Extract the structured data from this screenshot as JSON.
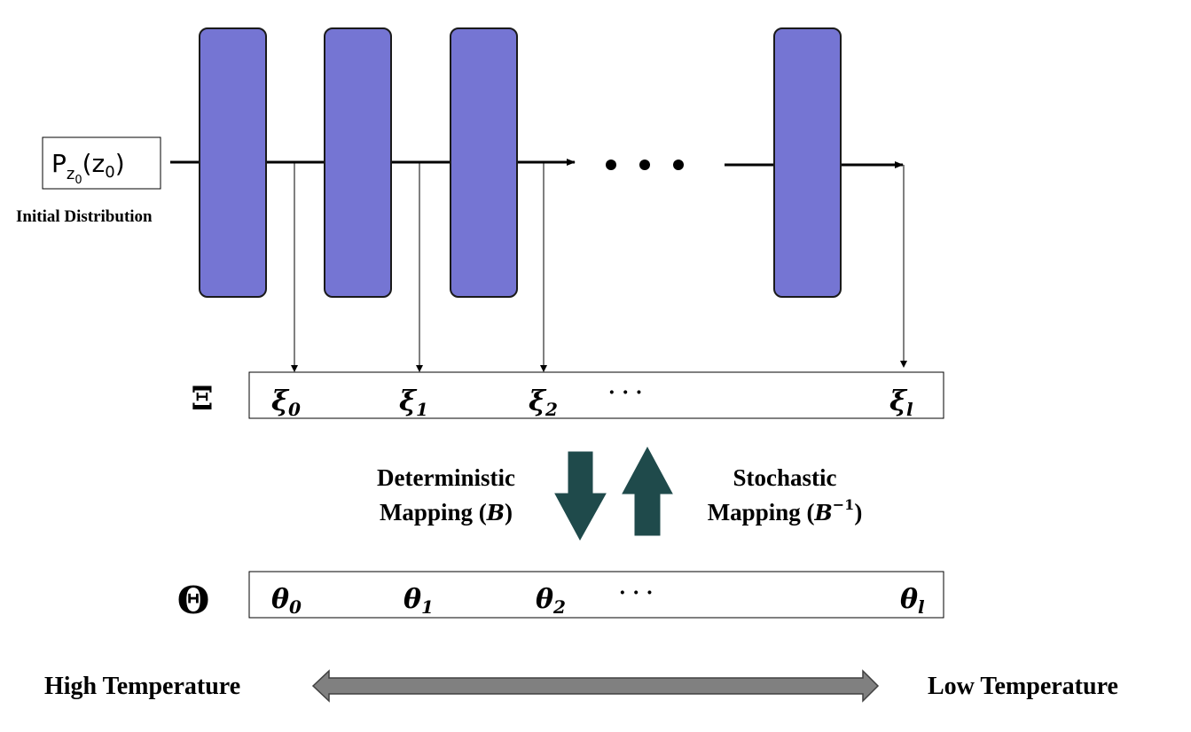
{
  "initial": {
    "P": "P",
    "sub_z": "z",
    "sub_zero": "0",
    "paren_open": "(z",
    "arg_sub": "0",
    "paren_close": ")",
    "label": "Initial Distribution"
  },
  "ellipsis_dots": "• • •",
  "xi_row": {
    "symbol": "Ξ",
    "items": [
      {
        "main": "ξ",
        "sub": "0"
      },
      {
        "main": "ξ",
        "sub": "1"
      },
      {
        "main": "ξ",
        "sub": "2"
      },
      {
        "main": "· · ·",
        "sub": ""
      },
      {
        "main": "ξ",
        "sub": "l"
      }
    ]
  },
  "theta_row": {
    "symbol": "Θ",
    "items": [
      {
        "main": "θ",
        "sub": "0"
      },
      {
        "main": "θ",
        "sub": "1"
      },
      {
        "main": "θ",
        "sub": "2"
      },
      {
        "main": "· · ·",
        "sub": ""
      },
      {
        "main": "θ",
        "sub": "l"
      }
    ]
  },
  "mapping": {
    "deterministic_line1": "Deterministic",
    "deterministic_line2": "Mapping (",
    "deterministic_symbol": "B",
    "deterministic_close": ")",
    "stochastic_line1": "Stochastic",
    "stochastic_line2": "Mapping (",
    "stochastic_symbol": "B",
    "stochastic_sup": "−1",
    "stochastic_close": ")"
  },
  "temperature": {
    "high": "High Temperature",
    "low": "Low Temperature"
  },
  "colors": {
    "block_fill": "#7575d3",
    "block_stroke": "#1a1a1a",
    "mapping_arrow": "#1f4a4b",
    "temp_arrow": "#808080"
  }
}
